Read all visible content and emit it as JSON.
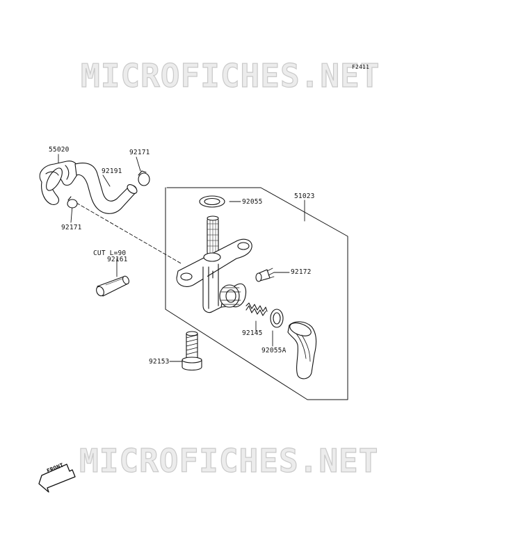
{
  "watermark": {
    "text": "MICROFICHES.NET"
  },
  "figure_code": "F2411",
  "parts": {
    "hose": "55020",
    "clamp_top": "92171",
    "hose_pipe": "92191",
    "clamp_bottom": "92171",
    "cut_note": "CUT  L=90",
    "tube": "92161",
    "o_ring_top": "92055",
    "fuel_cock_assy": "51023",
    "screw": "92172",
    "spring": "92145",
    "o_ring": "92055A",
    "bolt": "92153"
  },
  "front_label": "FRONT",
  "colors": {
    "line": "#111111",
    "watermark": "#c9c9c9"
  },
  "icons": {
    "front_arrow": "front-arrow-icon"
  }
}
